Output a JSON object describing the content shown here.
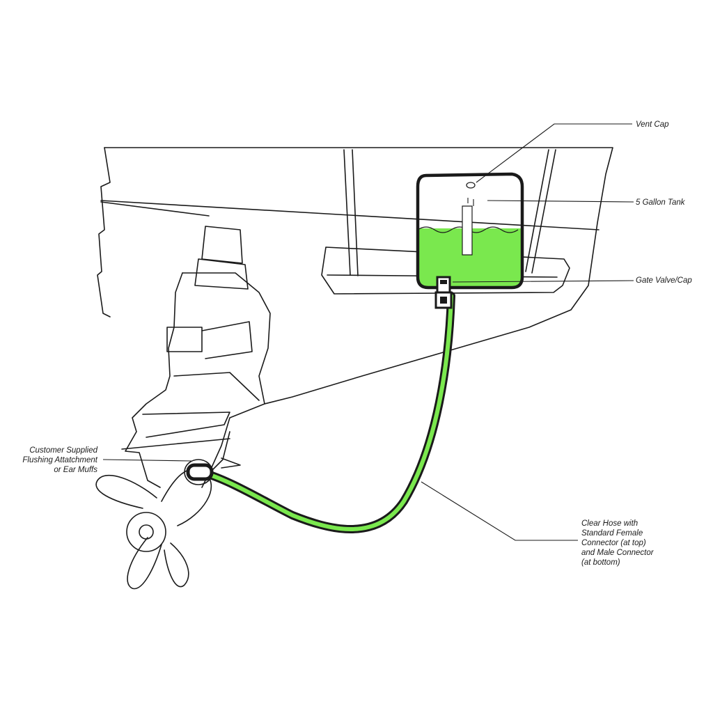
{
  "colors": {
    "fluid": "#7ae84e",
    "ink": "#1a1a1a",
    "paper": "#ffffff"
  },
  "labels": {
    "vent_cap": "Vent Cap",
    "tank": "5 Gallon Tank",
    "gate_valve": "Gate Valve/Cap",
    "flushing": [
      "Customer Supplied",
      "Flushing Attatchment",
      "or Ear Muffs"
    ],
    "hose": [
      "Clear Hose with",
      "Standard Female",
      "Connector (at top)",
      "and Male Connector",
      "(at bottom)"
    ]
  }
}
